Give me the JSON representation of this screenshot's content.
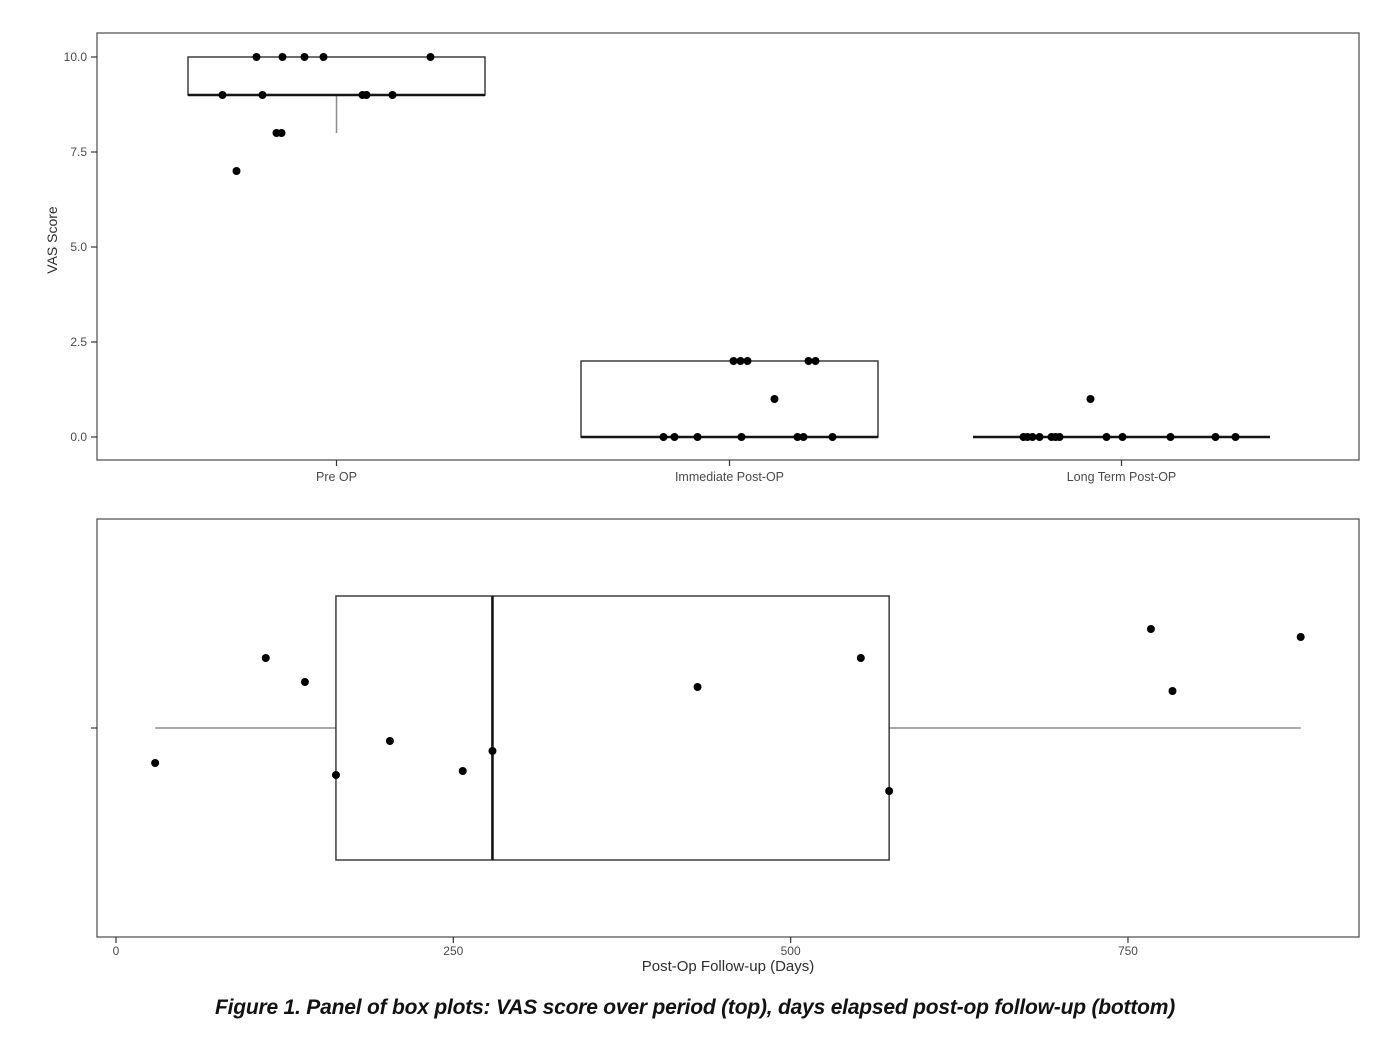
{
  "caption": "Figure 1. Panel of box plots: VAS score over period (top), days elapsed post-op follow-up (bottom)",
  "colors": {
    "background": "#ffffff",
    "panel_border": "#585858",
    "box_border": "#2f2f2f",
    "median": "#141414",
    "whisker": "#8c8c8c",
    "point": "#000000",
    "tick_mark": "#333333",
    "axis_tick_text": "#4a4a4a",
    "axis_title_text": "#2e2e2e",
    "caption_text": "#121212"
  },
  "chart_data": [
    {
      "type": "boxplot",
      "orientation": "vertical",
      "title": "",
      "ylabel": "VAS Score",
      "ylim": [
        0,
        10
      ],
      "yticks": [
        0,
        2.5,
        5,
        7.5,
        10
      ],
      "ytick_labels": [
        "0.0",
        "2.5",
        "5.0",
        "7.5",
        "10.0"
      ],
      "grid": false,
      "legend": "none",
      "categories": [
        "Pre OP",
        "Immediate Post-OP",
        "Long Term Post-OP"
      ],
      "groups": [
        {
          "label": "Pre OP",
          "n": 13,
          "values": [
            7,
            8,
            8,
            9,
            9,
            9,
            9,
            9,
            10,
            10,
            10,
            10,
            10
          ],
          "box": {
            "q1": 9,
            "median": 9,
            "q3": 10,
            "whisker_low": 8,
            "whisker_high": 10
          },
          "points": [
            {
              "v": 10,
              "dx": -80
            },
            {
              "v": 10,
              "dx": -54
            },
            {
              "v": 10,
              "dx": -32
            },
            {
              "v": 10,
              "dx": -13
            },
            {
              "v": 10,
              "dx": 94
            },
            {
              "v": 9,
              "dx": -114
            },
            {
              "v": 9,
              "dx": -74
            },
            {
              "v": 9,
              "dx": 26
            },
            {
              "v": 9,
              "dx": 30
            },
            {
              "v": 9,
              "dx": 56
            },
            {
              "v": 8,
              "dx": -60
            },
            {
              "v": 8,
              "dx": -55
            },
            {
              "v": 7,
              "dx": -100
            }
          ]
        },
        {
          "label": "Immediate Post-OP",
          "n": 13,
          "values": [
            0,
            0,
            0,
            0,
            0,
            0,
            0,
            1,
            2,
            2,
            2,
            2,
            2
          ],
          "box": {
            "q1": 0,
            "median": 0,
            "q3": 2,
            "whisker_low": 0,
            "whisker_high": 2
          },
          "points": [
            {
              "v": 2,
              "dx": 4
            },
            {
              "v": 2,
              "dx": 11
            },
            {
              "v": 2,
              "dx": 18
            },
            {
              "v": 2,
              "dx": 79
            },
            {
              "v": 2,
              "dx": 86
            },
            {
              "v": 1,
              "dx": 45
            },
            {
              "v": 0,
              "dx": -66
            },
            {
              "v": 0,
              "dx": -55
            },
            {
              "v": 0,
              "dx": -32
            },
            {
              "v": 0,
              "dx": 12
            },
            {
              "v": 0,
              "dx": 68
            },
            {
              "v": 0,
              "dx": 74
            },
            {
              "v": 0,
              "dx": 103
            }
          ]
        },
        {
          "label": "Long Term Post-OP",
          "n": 13,
          "values": [
            0,
            0,
            0,
            0,
            0,
            0,
            0,
            0,
            0,
            0,
            0,
            0,
            1
          ],
          "box": {
            "q1": 0,
            "median": 0,
            "q3": 0,
            "whisker_low": 0,
            "whisker_high": 0
          },
          "points": [
            {
              "v": 1,
              "dx": -31
            },
            {
              "v": 0,
              "dx": -98
            },
            {
              "v": 0,
              "dx": -94
            },
            {
              "v": 0,
              "dx": -89
            },
            {
              "v": 0,
              "dx": -82
            },
            {
              "v": 0,
              "dx": -70
            },
            {
              "v": 0,
              "dx": -66
            },
            {
              "v": 0,
              "dx": -62
            },
            {
              "v": 0,
              "dx": -15
            },
            {
              "v": 0,
              "dx": 1
            },
            {
              "v": 0,
              "dx": 49
            },
            {
              "v": 0,
              "dx": 94
            },
            {
              "v": 0,
              "dx": 114
            }
          ]
        }
      ]
    },
    {
      "type": "boxplot",
      "orientation": "horizontal",
      "title": "",
      "xlabel": "Post-Op Follow-up (Days)",
      "xlim": [
        0,
        920
      ],
      "xticks": [
        0,
        250,
        500,
        750
      ],
      "xtick_labels": [
        "0",
        "250",
        "500",
        "750"
      ],
      "grid": false,
      "legend": "none",
      "n": 13,
      "values_days": [
        29,
        111,
        140,
        163,
        203,
        257,
        279,
        431,
        552,
        573,
        767,
        783,
        878
      ],
      "box": {
        "q1": 163,
        "median": 279,
        "q3": 573,
        "whisker_low": 29,
        "whisker_high": 878
      },
      "points": [
        {
          "d": 29,
          "dy": 35
        },
        {
          "d": 111,
          "dy": -70
        },
        {
          "d": 140,
          "dy": -46
        },
        {
          "d": 163,
          "dy": 47
        },
        {
          "d": 203,
          "dy": 13
        },
        {
          "d": 257,
          "dy": 43
        },
        {
          "d": 279,
          "dy": 23
        },
        {
          "d": 431,
          "dy": -41
        },
        {
          "d": 552,
          "dy": -70
        },
        {
          "d": 573,
          "dy": 63
        },
        {
          "d": 767,
          "dy": -99
        },
        {
          "d": 783,
          "dy": -37
        },
        {
          "d": 878,
          "dy": -91
        }
      ]
    }
  ]
}
